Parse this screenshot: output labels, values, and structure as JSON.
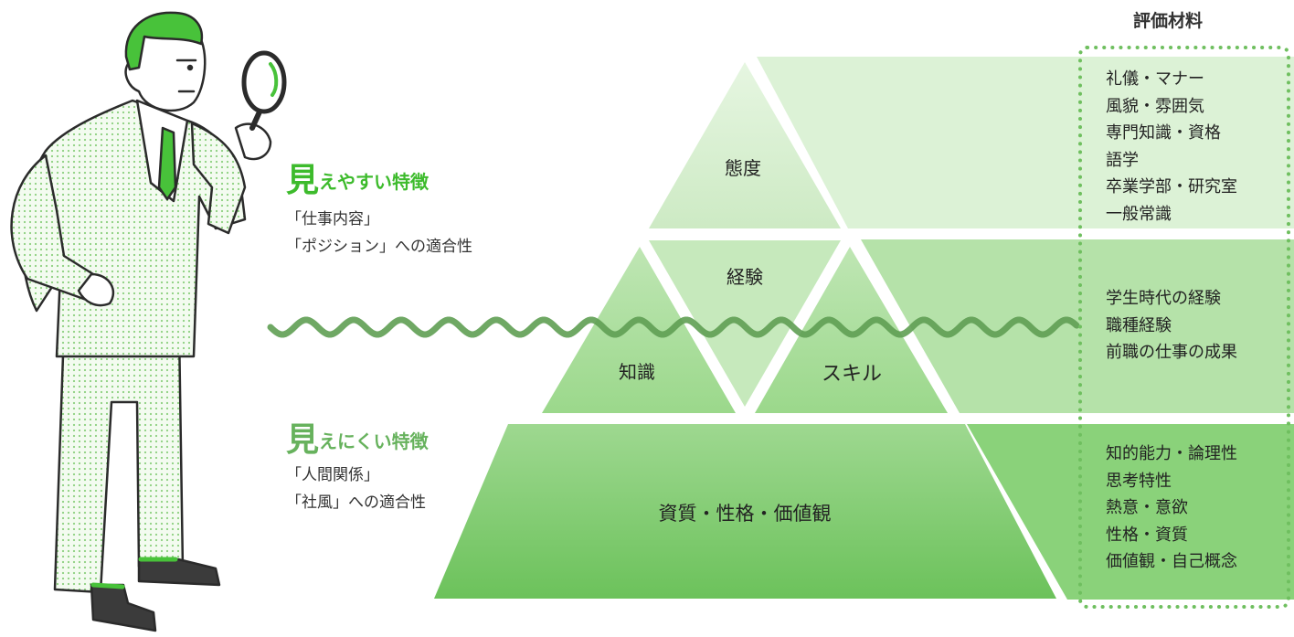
{
  "column_title": "評価材料",
  "visible": {
    "heading_big": "見",
    "heading_rest": "えやすい特徴",
    "lines": [
      "「仕事内容」",
      "「ポジション」への適合性"
    ],
    "color": "#3dbb2c"
  },
  "hidden": {
    "heading_big": "見",
    "heading_rest": "えにくい特徴",
    "lines": [
      "「人間関係」",
      "「社風」への適合性"
    ],
    "color": "#67b25d"
  },
  "pyramid": {
    "attitude": "態度",
    "experience": "経験",
    "knowledge": "知識",
    "skill": "スキル",
    "base": "資質・性格・価値観"
  },
  "materials": {
    "top": [
      "礼儀・マナー",
      "風貌・雰囲気",
      "専門知識・資格",
      "語学",
      "卒業学部・研究室",
      "一般常識"
    ],
    "middle": [
      "学生時代の経験",
      "職種経験",
      "前職の仕事の成果"
    ],
    "bottom": [
      "知的能力・論理性",
      "思考特性",
      "熱意・意欲",
      "性格・資質",
      "価値観・自己概念"
    ]
  },
  "colors": {
    "band_top": "#dcf2d6",
    "band_mid": "#b5e2a9",
    "band_bot": "#8ad27a",
    "tri_light": "#d8f0d1",
    "tri_dark": "#74c864",
    "wave": "#5f9e53",
    "dots": "#6fbf5f"
  }
}
